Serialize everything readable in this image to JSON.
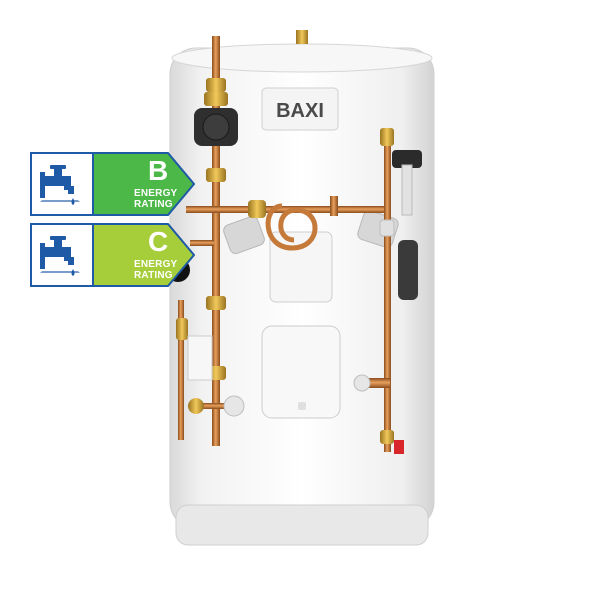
{
  "brand": {
    "logo_text": "BAXI"
  },
  "energy_labels": [
    {
      "rating": "B",
      "line1": "ENERGY",
      "line2": "RATING",
      "color": "#4cb848",
      "border": "#1f5aa6"
    },
    {
      "rating": "C",
      "line1": "ENERGY",
      "line2": "RATING",
      "color": "#a6cd3a",
      "border": "#1f5aa6"
    }
  ],
  "icons": [
    "water-tap-icon",
    "water-tap-icon"
  ],
  "colors": {
    "cylinder": "#f3f3f3",
    "copper": "#c9803f",
    "brass": "#d4a33a",
    "pump": "#333333"
  }
}
